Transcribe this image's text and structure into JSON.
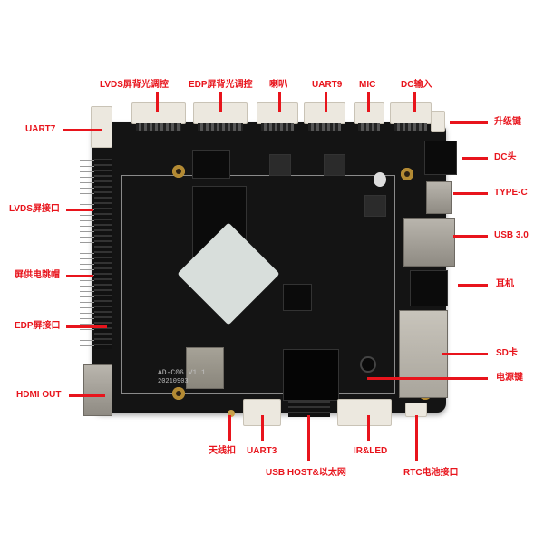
{
  "board": {
    "silkscreen_model": "AD-C06 V1.1",
    "silkscreen_date": "20210903"
  },
  "labels": {
    "top": [
      {
        "id": "lvds-backlight",
        "text": "LVDS屏背光调控"
      },
      {
        "id": "edp-backlight",
        "text": "EDP屏背光调控"
      },
      {
        "id": "speaker",
        "text": "喇叭"
      },
      {
        "id": "uart9",
        "text": "UART9"
      },
      {
        "id": "mic",
        "text": "MIC"
      },
      {
        "id": "dc-input",
        "text": "DC输入"
      }
    ],
    "left": [
      {
        "id": "uart7",
        "text": "UART7"
      },
      {
        "id": "lvds-interface",
        "text": "LVDS屏接口"
      },
      {
        "id": "screen-power-jumper",
        "text": "屏供电跳帽"
      },
      {
        "id": "edp-interface",
        "text": "EDP屏接口"
      },
      {
        "id": "hdmi-out",
        "text": "HDMI OUT"
      }
    ],
    "right": [
      {
        "id": "upgrade-key",
        "text": "升级键"
      },
      {
        "id": "dc-jack",
        "text": "DC头"
      },
      {
        "id": "type-c",
        "text": "TYPE-C"
      },
      {
        "id": "usb3",
        "text": "USB 3.0"
      },
      {
        "id": "headphone",
        "text": "耳机"
      },
      {
        "id": "sd-card",
        "text": "SD卡"
      },
      {
        "id": "power-key",
        "text": "电源键"
      }
    ],
    "bottom": [
      {
        "id": "antenna",
        "text": "天线扣"
      },
      {
        "id": "uart3",
        "text": "UART3"
      },
      {
        "id": "usb-host-ethernet",
        "text": "USB HOST&以太网"
      },
      {
        "id": "ir-led",
        "text": "IR&LED"
      },
      {
        "id": "rtc-battery",
        "text": "RTC电池接口"
      }
    ]
  },
  "colors": {
    "label": "#e8141c",
    "pcb": "#141414",
    "connector": "#ece8df",
    "heatsink_pad": "#d8dedb"
  }
}
